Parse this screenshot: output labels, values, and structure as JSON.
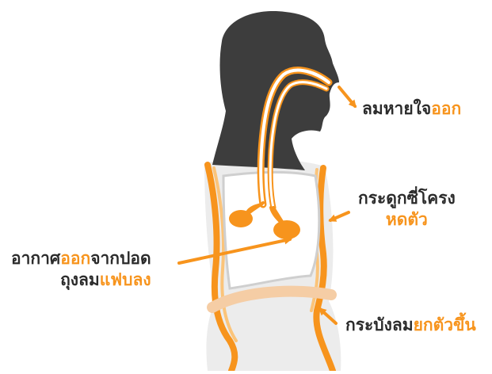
{
  "colors": {
    "head": "#3d3d3d",
    "accent": "#f7941d",
    "accent_light": "#fbc47a",
    "diaphragm": "#f5cda5",
    "torso": "#e8e8e8",
    "ribcage": "#d0d0d0",
    "text": "#2b2b2b"
  },
  "labels": {
    "exhale": {
      "text": "ลมหายใจ",
      "highlight": "ออก"
    },
    "ribs": {
      "line1": "กระดูกซี่โครง",
      "highlight": "หดตัว"
    },
    "lungs": {
      "line1_text": "อากาศ",
      "line1_highlight": "ออก",
      "line1_rest": "จากปอด",
      "line2_text": "ถุงลม",
      "line2_highlight": "แฟบลง"
    },
    "diaphragm": {
      "text": "กระบังลม",
      "highlight": "ยกตัวขึ้น"
    }
  }
}
